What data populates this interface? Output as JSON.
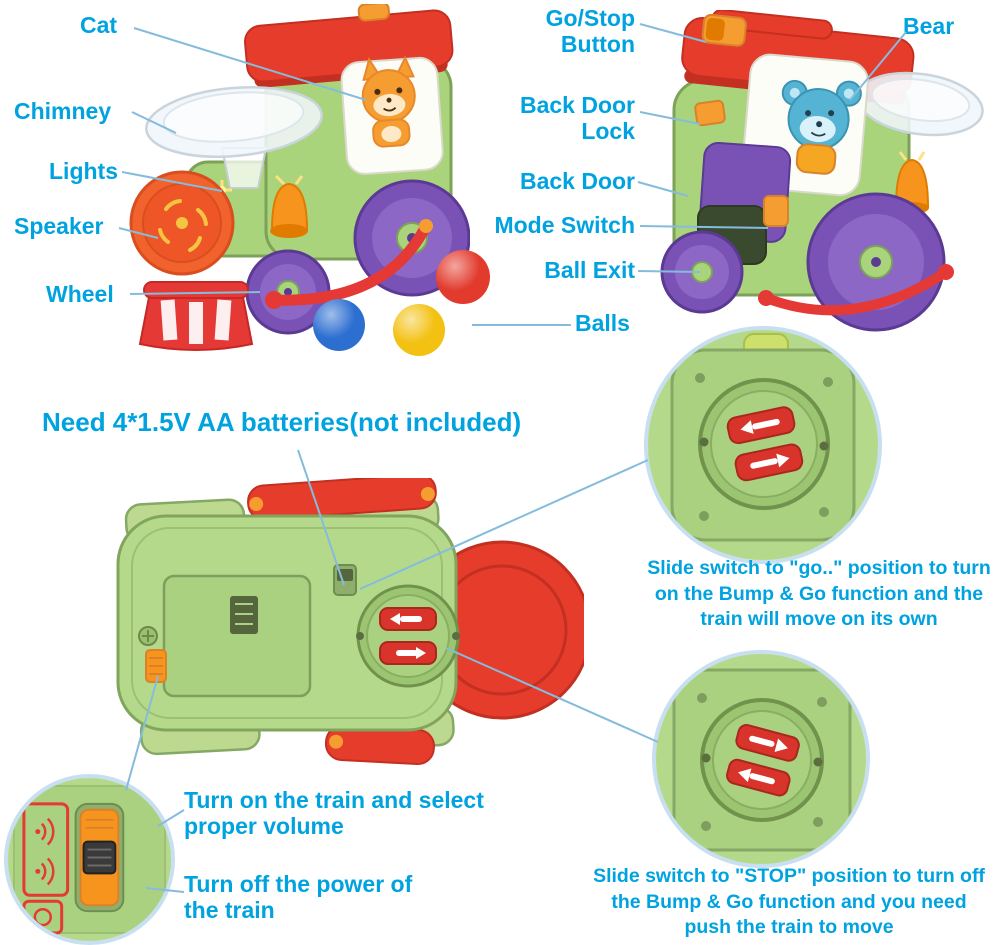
{
  "palette": {
    "label_color": "#00a3e0",
    "line_color": "#85bcdc",
    "ball_red": "#e23b2e",
    "ball_blue": "#2d6fd1",
    "ball_yellow": "#f3c112",
    "train_green": "#a9d47c",
    "roof_red": "#e63c2b",
    "wheel_purple": "#7a52b5",
    "accent_orange": "#f7941d"
  },
  "front_view": {
    "labels": {
      "cat": "Cat",
      "chimney": "Chimney",
      "lights": "Lights",
      "speaker": "Speaker",
      "wheel": "Wheel"
    }
  },
  "back_view": {
    "labels": {
      "go_stop_button": "Go/Stop Button",
      "bear": "Bear",
      "back_door_lock": "Back Door Lock",
      "back_door": "Back Door",
      "mode_switch": "Mode Switch",
      "ball_exit": "Ball Exit",
      "balls": "Balls"
    }
  },
  "battery_note": "Need 4*1.5V AA batteries(not included)",
  "instructions": {
    "go": "Slide switch to \"go..\" position to turn on the Bump & Go function and the train will move on its own",
    "stop": "Slide switch to \"STOP\" position to turn off the Bump & Go function and you need push the train to move",
    "volume": "Turn on the train and select proper volume",
    "power_off": "Turn off the power of the train"
  }
}
